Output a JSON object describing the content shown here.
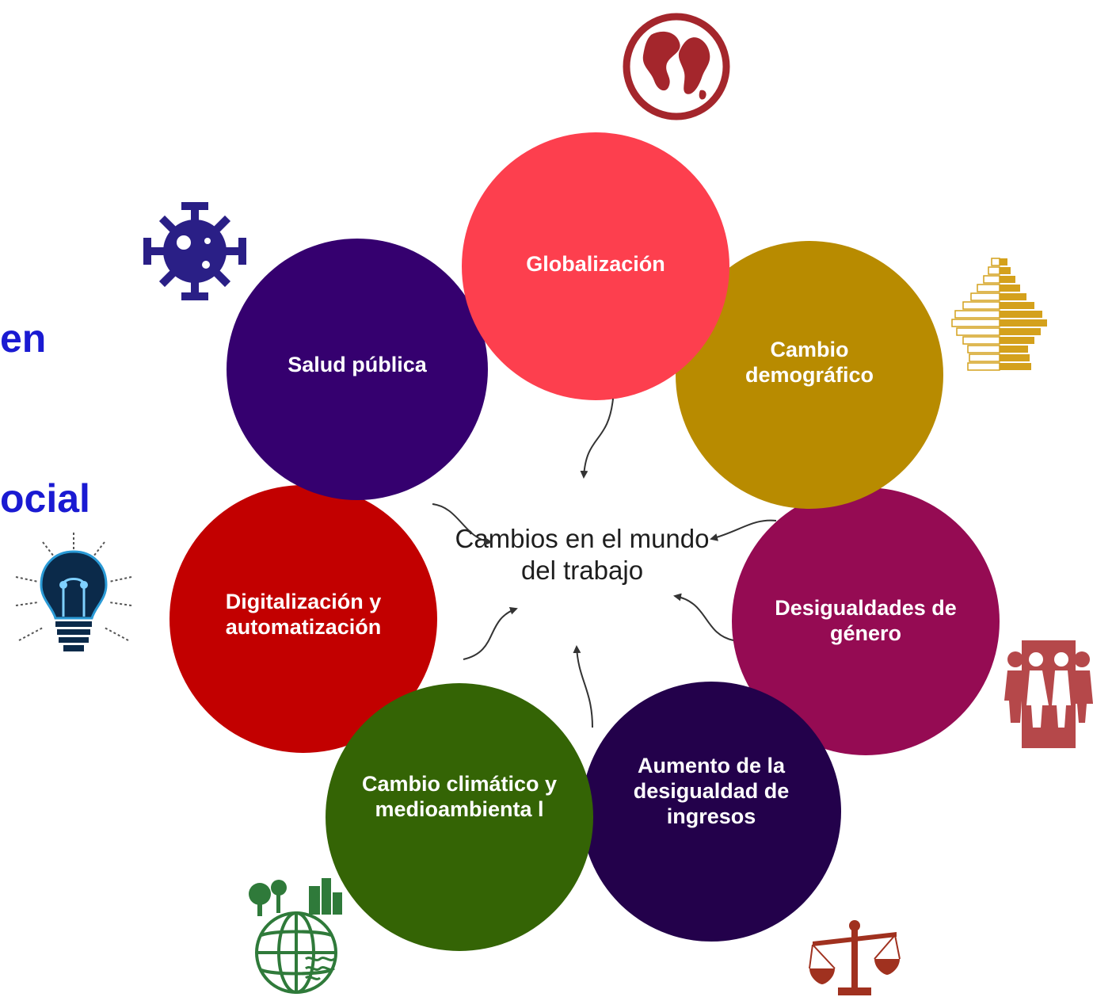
{
  "left_text": {
    "line1": "en",
    "line2": "ocial"
  },
  "center_label": "Cambios en el mundo del trabajo",
  "nodes": [
    {
      "label": "Globalización",
      "color": "#fd3f4e",
      "icon": "globe-icon"
    },
    {
      "label": "Cambio demográfico",
      "color": "#b88b00",
      "icon": "population-pyramid-icon"
    },
    {
      "label": "Desigualdades de género",
      "color": "#950b53",
      "icon": "gender-icon"
    },
    {
      "label": "Aumento de la desigualdad de ingresos",
      "color": "#23014b",
      "icon": "scale-icon"
    },
    {
      "label": "Cambio climático y medioambienta l",
      "color": "#346405",
      "icon": "climate-globe-icon"
    },
    {
      "label": "Digitalización y automatización",
      "color": "#c20000",
      "icon": "lightbulb-icon"
    },
    {
      "label": "Salud pública",
      "color": "#35006f",
      "icon": "virus-icon"
    }
  ],
  "icon_colors": {
    "globe": "#a4262c",
    "pyramid": "#d4a11c",
    "gender": "#b5484a",
    "scale": "#a0311f",
    "climate": "#2f7a3a",
    "bulb": "#0b2a4a",
    "virus": "#2a1f86"
  }
}
